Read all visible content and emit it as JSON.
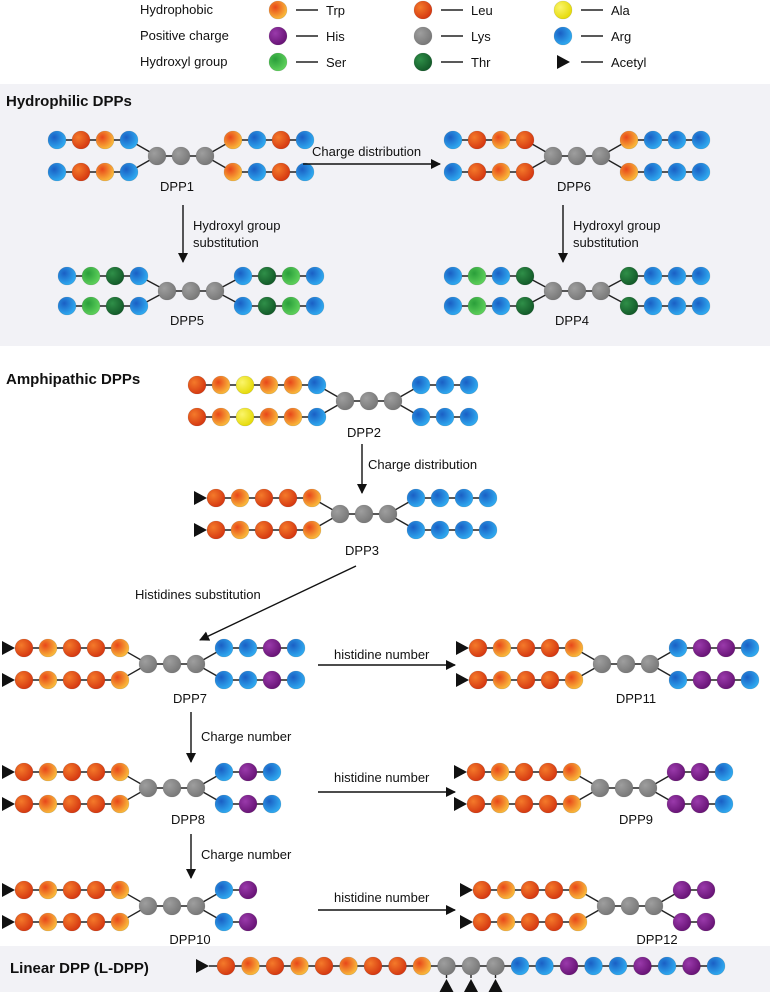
{
  "legend": {
    "categories": [
      "Hydrophobic",
      "Positive charge",
      "Hydroxyl group"
    ],
    "residues": [
      {
        "name": "Trp",
        "color": "trp"
      },
      {
        "name": "Leu",
        "color": "leu"
      },
      {
        "name": "Ala",
        "color": "ala"
      },
      {
        "name": "His",
        "color": "his"
      },
      {
        "name": "Lys",
        "color": "lys"
      },
      {
        "name": "Arg",
        "color": "arg"
      },
      {
        "name": "Ser",
        "color": "ser"
      },
      {
        "name": "Thr",
        "color": "thr"
      },
      {
        "name": "Acetyl",
        "color": "acetyl"
      }
    ]
  },
  "colors": {
    "trp": "#f5a23a",
    "leu": "#e8551f",
    "ala": "#f0e81a",
    "his": "#7d1a8c",
    "lys": "#8c8c8c",
    "arg": "#1a8fe0",
    "ser": "#3cb84a",
    "thr": "#1f7a3a",
    "acetyl": "#111111",
    "section_bg": "#f2f2f6",
    "line": "#222222"
  },
  "sections": {
    "hydrophilic": "Hydrophilic DPPs",
    "amphipathic": "Amphipathic DPPs",
    "linear": "Linear DPP (L-DPP)"
  },
  "molecules": {
    "dpp1": {
      "name": "DPP1",
      "top": [
        "arg",
        "leu",
        "trp",
        "arg"
      ],
      "bottom": [
        "arg",
        "leu",
        "trp",
        "arg"
      ],
      "right_top": [
        "trp",
        "arg",
        "leu",
        "arg"
      ],
      "right_bottom": [
        "trp",
        "arg",
        "leu",
        "arg"
      ]
    },
    "dpp6": {
      "name": "DPP6",
      "top": [
        "arg",
        "leu",
        "trp",
        "leu"
      ],
      "bottom": [
        "arg",
        "leu",
        "trp",
        "leu"
      ],
      "right_top": [
        "trp",
        "arg",
        "arg",
        "arg"
      ],
      "right_bottom": [
        "trp",
        "arg",
        "arg",
        "arg"
      ]
    },
    "dpp5": {
      "name": "DPP5",
      "top": [
        "arg",
        "ser",
        "thr",
        "arg"
      ],
      "bottom": [
        "arg",
        "ser",
        "thr",
        "arg"
      ],
      "right_top": [
        "arg",
        "thr",
        "ser",
        "arg"
      ],
      "right_bottom": [
        "arg",
        "thr",
        "ser",
        "arg"
      ]
    },
    "dpp4": {
      "name": "DPP4",
      "top": [
        "arg",
        "ser",
        "arg",
        "thr"
      ],
      "bottom": [
        "arg",
        "ser",
        "arg",
        "thr"
      ],
      "right_top": [
        "thr",
        "arg",
        "arg",
        "arg"
      ],
      "right_bottom": [
        "thr",
        "arg",
        "arg",
        "arg"
      ]
    },
    "dpp2": {
      "name": "DPP2",
      "top": [
        "leu",
        "trp",
        "ala",
        "trp",
        "trp",
        "arg"
      ],
      "bottom": [
        "leu",
        "trp",
        "ala",
        "trp",
        "trp",
        "arg"
      ],
      "right_top": [
        "arg",
        "arg",
        "arg"
      ],
      "right_bottom": [
        "arg",
        "arg",
        "arg"
      ]
    },
    "dpp3": {
      "name": "DPP3",
      "acetyl": true,
      "top": [
        "leu",
        "trp",
        "leu",
        "leu",
        "trp"
      ],
      "bottom": [
        "leu",
        "trp",
        "leu",
        "leu",
        "trp"
      ],
      "right_top": [
        "arg",
        "arg",
        "arg",
        "arg"
      ],
      "right_bottom": [
        "arg",
        "arg",
        "arg",
        "arg"
      ]
    },
    "dpp7": {
      "name": "DPP7",
      "acetyl": true,
      "top": [
        "leu",
        "trp",
        "leu",
        "leu",
        "trp"
      ],
      "bottom": [
        "leu",
        "trp",
        "leu",
        "leu",
        "trp"
      ],
      "right_top": [
        "arg",
        "arg",
        "his",
        "arg"
      ],
      "right_bottom": [
        "arg",
        "arg",
        "his",
        "arg"
      ]
    },
    "dpp11": {
      "name": "DPP11",
      "acetyl": true,
      "top": [
        "leu",
        "trp",
        "leu",
        "leu",
        "trp"
      ],
      "bottom": [
        "leu",
        "trp",
        "leu",
        "leu",
        "trp"
      ],
      "right_top": [
        "arg",
        "his",
        "his",
        "arg"
      ],
      "right_bottom": [
        "arg",
        "his",
        "his",
        "arg"
      ]
    },
    "dpp8": {
      "name": "DPP8",
      "acetyl": true,
      "top": [
        "leu",
        "trp",
        "leu",
        "leu",
        "trp"
      ],
      "bottom": [
        "leu",
        "trp",
        "leu",
        "leu",
        "trp"
      ],
      "right_top": [
        "arg",
        "his",
        "arg"
      ],
      "right_bottom": [
        "arg",
        "his",
        "arg"
      ]
    },
    "dpp9": {
      "name": "DPP9",
      "acetyl": true,
      "top": [
        "leu",
        "trp",
        "leu",
        "leu",
        "trp"
      ],
      "bottom": [
        "leu",
        "trp",
        "leu",
        "leu",
        "trp"
      ],
      "right_top": [
        "his",
        "his",
        "arg"
      ],
      "right_bottom": [
        "his",
        "his",
        "arg"
      ]
    },
    "dpp10": {
      "name": "DPP10",
      "acetyl": true,
      "top": [
        "leu",
        "trp",
        "leu",
        "leu",
        "trp"
      ],
      "bottom": [
        "leu",
        "trp",
        "leu",
        "leu",
        "trp"
      ],
      "right_top": [
        "arg",
        "his"
      ],
      "right_bottom": [
        "arg",
        "his"
      ]
    },
    "dpp12": {
      "name": "DPP12",
      "acetyl": true,
      "top": [
        "leu",
        "trp",
        "leu",
        "leu",
        "trp"
      ],
      "bottom": [
        "leu",
        "trp",
        "leu",
        "leu",
        "trp"
      ],
      "right_top": [
        "his",
        "his"
      ],
      "right_bottom": [
        "his",
        "his"
      ]
    }
  },
  "linear": {
    "chain": [
      "leu",
      "trp",
      "leu",
      "trp",
      "leu",
      "trp",
      "leu",
      "leu",
      "trp",
      "lys",
      "lys",
      "lys",
      "arg",
      "arg",
      "his",
      "arg",
      "arg",
      "his",
      "arg",
      "his",
      "arg"
    ],
    "acetyl_on_lys": 3
  },
  "arrows": {
    "charge_distribution_1": "Charge distribution",
    "hydroxyl_1": "Hydroxyl group",
    "hydroxyl_1b": "substitution",
    "hydroxyl_2": "Hydroxyl group",
    "hydroxyl_2b": "substitution",
    "charge_distribution_2": "Charge distribution",
    "histidines": "Histidines substitution",
    "histidine_number_1": "histidine number",
    "charge_number_1": "Charge number",
    "histidine_number_2": "histidine number",
    "charge_number_2": "Charge number",
    "histidine_number_3": "histidine number"
  }
}
